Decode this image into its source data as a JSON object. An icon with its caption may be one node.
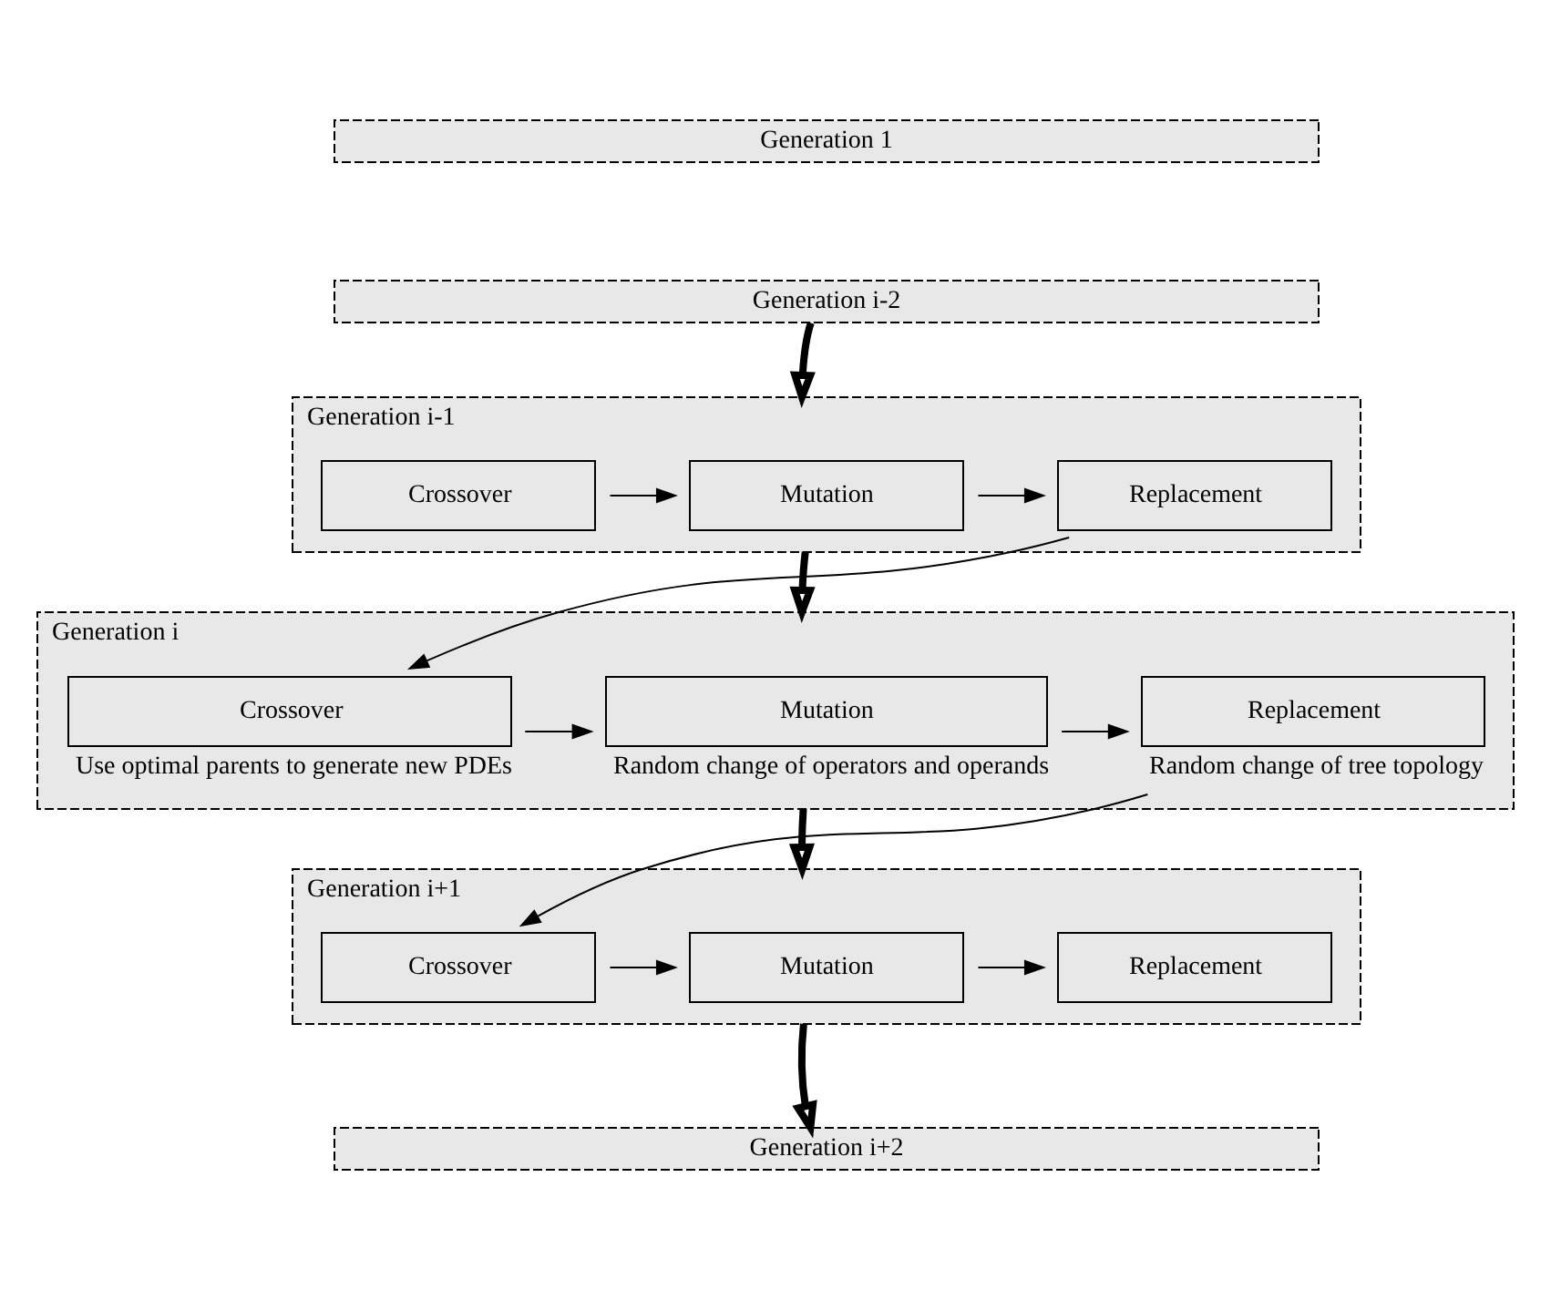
{
  "diagram": {
    "nodes": [
      {
        "text": [
          "Generation 1"
        ]
      },
      {
        "text": [
          "Generation i-2"
        ]
      },
      {
        "text": [
          "Generation i-1"
        ]
      },
      {
        "text": [
          "Crossover"
        ],
        "in": 2
      },
      {
        "text": [
          "Mutation"
        ],
        "in": 2
      },
      {
        "text": [
          "Replacement"
        ],
        "in": 2
      },
      {
        "text": [
          "Generation i"
        ]
      },
      {
        "text": [
          "Crossover"
        ],
        "in": 6,
        "beside": [
          "Use optimal parents to generate new PDEs"
        ]
      },
      {
        "text": [
          "Mutation"
        ],
        "in": 6,
        "beside": [
          "Random change of operators and operands"
        ]
      },
      {
        "text": [
          "Replacement"
        ],
        "in": 6,
        "beside": [
          "Random change of tree topology"
        ]
      },
      {
        "text": [
          "Generation i+1"
        ]
      },
      {
        "text": [
          "Crossover"
        ],
        "in": 10
      },
      {
        "text": [
          "Mutation"
        ],
        "in": 10
      },
      {
        "text": [
          "Replacement"
        ],
        "in": 10
      },
      {
        "text": [
          "Generation i+2"
        ]
      }
    ],
    "edges": [
      {
        "from": 1,
        "to": 2,
        "arrow": "to",
        "style": "thick"
      },
      {
        "from": 3,
        "to": 4,
        "arrow": "to"
      },
      {
        "from": 4,
        "to": 5,
        "arrow": "to"
      },
      {
        "from": 2,
        "to": 6,
        "arrow": "to",
        "style": "thick"
      },
      {
        "from": 5,
        "to": 7,
        "arrow": "to"
      },
      {
        "from": 7,
        "to": 8,
        "arrow": "to"
      },
      {
        "from": 8,
        "to": 9,
        "arrow": "to"
      },
      {
        "from": 6,
        "to": 10,
        "arrow": "to",
        "style": "thick"
      },
      {
        "from": 9,
        "to": 11,
        "arrow": "to"
      },
      {
        "from": 11,
        "to": 12,
        "arrow": "to"
      },
      {
        "from": 12,
        "to": 13,
        "arrow": "to"
      },
      {
        "from": 10,
        "to": 14,
        "arrow": "to",
        "style": "thick"
      }
    ]
  }
}
